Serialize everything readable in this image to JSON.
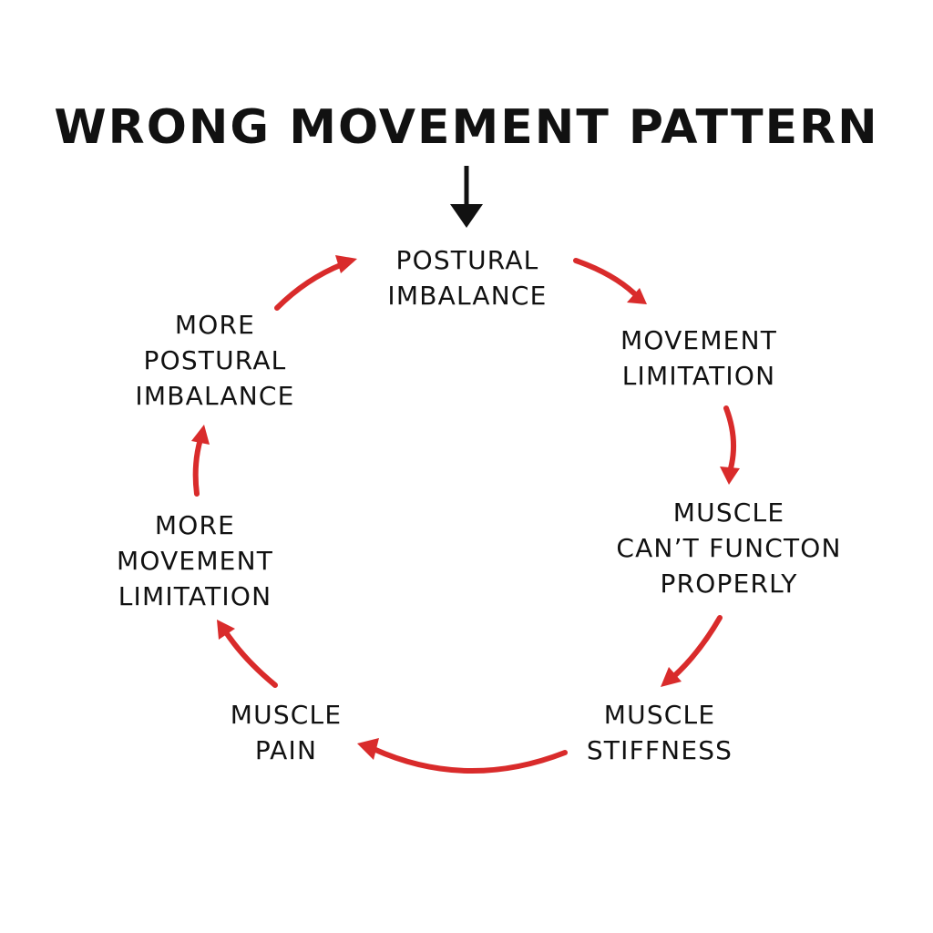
{
  "title": "WRONG MOVEMENT PATTERN",
  "colors": {
    "cycle_arrow": "#d92b2b",
    "entry_arrow": "#111111",
    "text": "#111111",
    "background": "#ffffff"
  },
  "cycle_nodes": [
    {
      "id": "postural-imbalance",
      "lines": [
        "POSTURAL",
        "IMBALANCE"
      ]
    },
    {
      "id": "movement-limitation",
      "lines": [
        "MOVEMENT",
        "LIMITATION"
      ]
    },
    {
      "id": "muscle-cant-function",
      "lines": [
        "MUSCLE",
        "CAN’T FUNCTON",
        "PROPERLY"
      ]
    },
    {
      "id": "muscle-stiffness",
      "lines": [
        "MUSCLE",
        "STIFFNESS"
      ]
    },
    {
      "id": "muscle-pain",
      "lines": [
        "MUSCLE",
        "PAIN"
      ]
    },
    {
      "id": "more-movement-limitation",
      "lines": [
        "MORE",
        "MOVEMENT",
        "LIMITATION"
      ]
    },
    {
      "id": "more-postural-imbalance",
      "lines": [
        "MORE",
        "POSTURAL",
        "IMBALANCE"
      ]
    }
  ]
}
